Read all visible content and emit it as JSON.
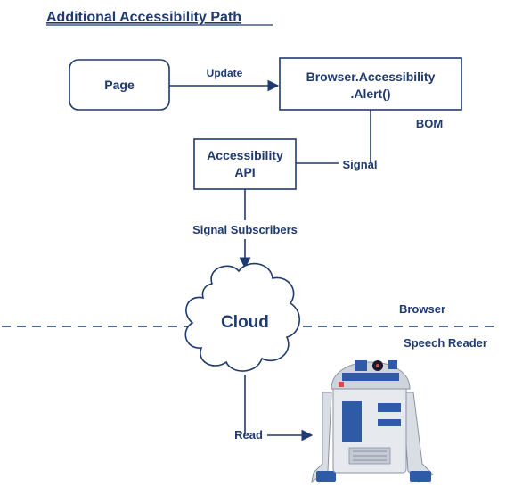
{
  "title": "Additional Accessibility Path",
  "nodes": {
    "page": "Page",
    "browser_alert_line1": "Browser.Accessibility",
    "browser_alert_line2": ".Alert()",
    "accessibility_api_line1": "Accessibility",
    "accessibility_api_line2": "API",
    "cloud": "Cloud"
  },
  "labels": {
    "update": "Update",
    "bom": "BOM",
    "signal": "Signal",
    "signal_subscribers": "Signal Subscribers",
    "browser_zone": "Browser",
    "speech_reader_zone": "Speech Reader",
    "read": "Read"
  },
  "colors": {
    "ink": "#1f3a6e",
    "background": "#ffffff",
    "robot_body": "#e6e9ee",
    "robot_accent": "#2e5aa8"
  },
  "icons": {
    "robot": "r2d2-robot-image"
  }
}
